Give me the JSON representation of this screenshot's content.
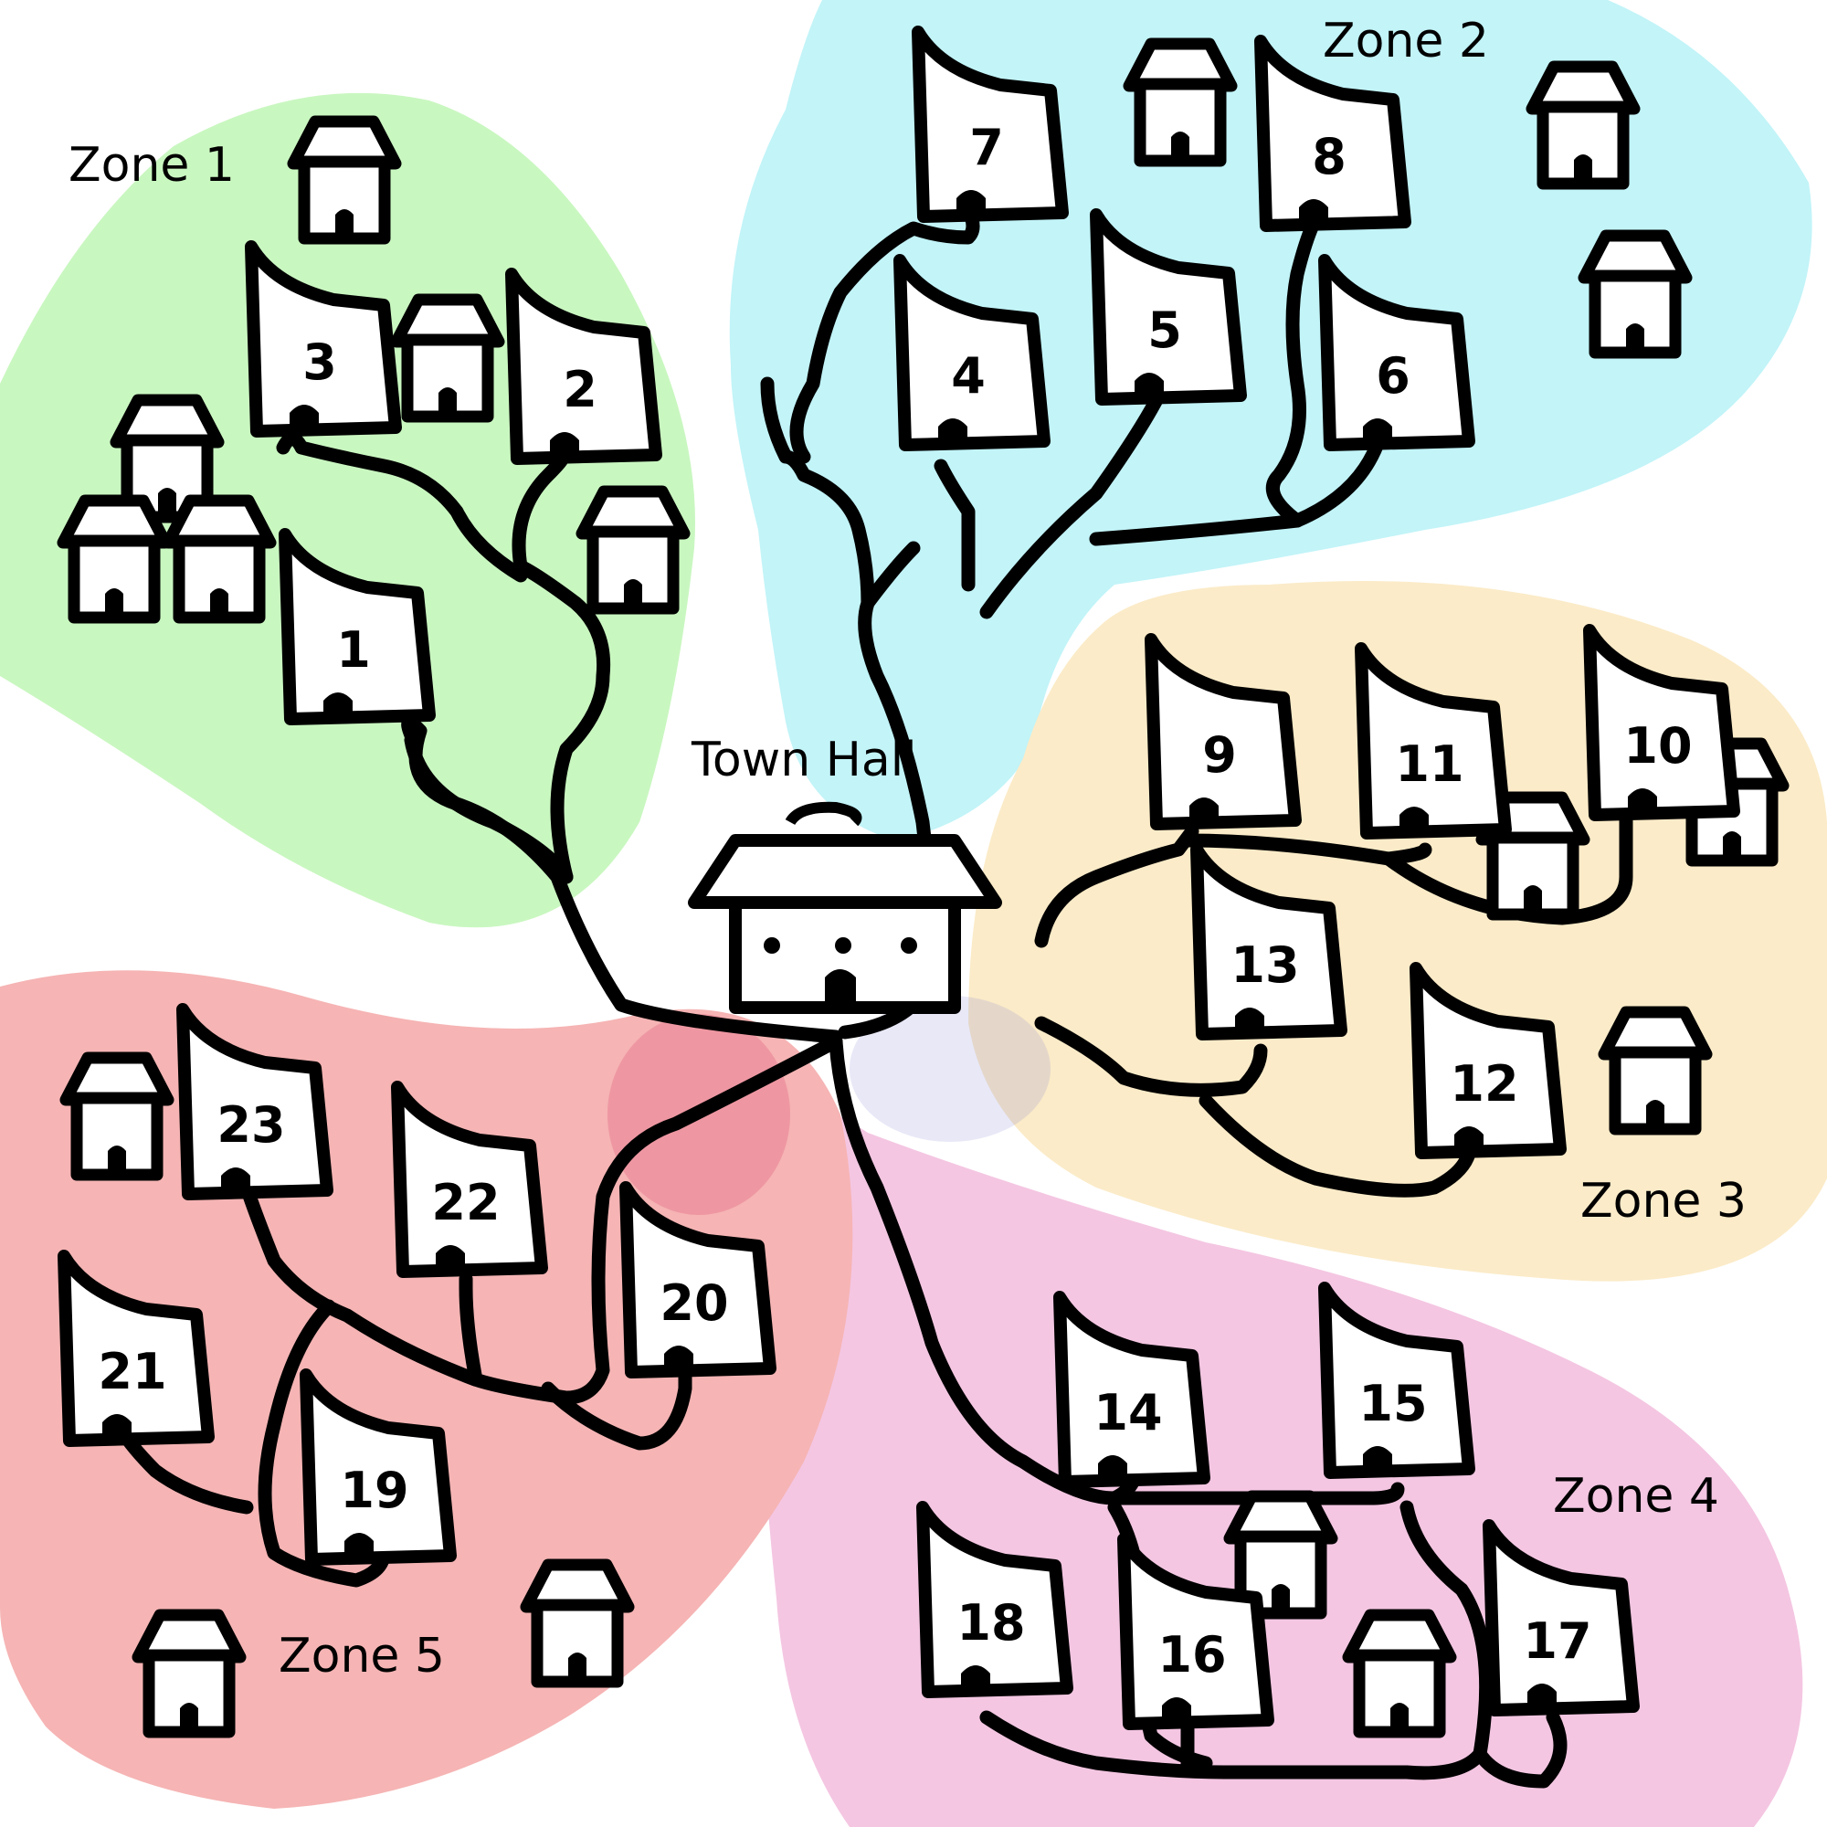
{
  "title": "Town Hall",
  "colors": {
    "zone1": "#c9f7c0",
    "zone2": "#c2f4f8",
    "zone3": "#fbebc8",
    "zone4": "#f4c6e2",
    "zone5": "#f6b4b4",
    "ink": "#000000",
    "house_fill": "#ffffff"
  },
  "zones": [
    {
      "id": "zone-1",
      "label": "Zone 1",
      "color_key": "zone1"
    },
    {
      "id": "zone-2",
      "label": "Zone 2",
      "color_key": "zone2"
    },
    {
      "id": "zone-3",
      "label": "Zone 3",
      "color_key": "zone3"
    },
    {
      "id": "zone-4",
      "label": "Zone 4",
      "color_key": "zone4"
    },
    {
      "id": "zone-5",
      "label": "Zone 5",
      "color_key": "zone5"
    }
  ],
  "connected_buildings": [
    {
      "label": "1",
      "zone": "Zone 1"
    },
    {
      "label": "2",
      "zone": "Zone 1"
    },
    {
      "label": "3",
      "zone": "Zone 1"
    },
    {
      "label": "4",
      "zone": "Zone 2"
    },
    {
      "label": "5",
      "zone": "Zone 2"
    },
    {
      "label": "6",
      "zone": "Zone 2"
    },
    {
      "label": "7",
      "zone": "Zone 2"
    },
    {
      "label": "8",
      "zone": "Zone 2"
    },
    {
      "label": "9",
      "zone": "Zone 3"
    },
    {
      "label": "10",
      "zone": "Zone 3"
    },
    {
      "label": "11",
      "zone": "Zone 3"
    },
    {
      "label": "12",
      "zone": "Zone 3"
    },
    {
      "label": "13",
      "zone": "Zone 3"
    },
    {
      "label": "14",
      "zone": "Zone 4"
    },
    {
      "label": "15",
      "zone": "Zone 4"
    },
    {
      "label": "16",
      "zone": "Zone 4"
    },
    {
      "label": "17",
      "zone": "Zone 4"
    },
    {
      "label": "18",
      "zone": "Zone 4"
    },
    {
      "label": "19",
      "zone": "Zone 5"
    },
    {
      "label": "20",
      "zone": "Zone 5"
    },
    {
      "label": "21",
      "zone": "Zone 5"
    },
    {
      "label": "22",
      "zone": "Zone 5"
    },
    {
      "label": "23",
      "zone": "Zone 5"
    }
  ]
}
